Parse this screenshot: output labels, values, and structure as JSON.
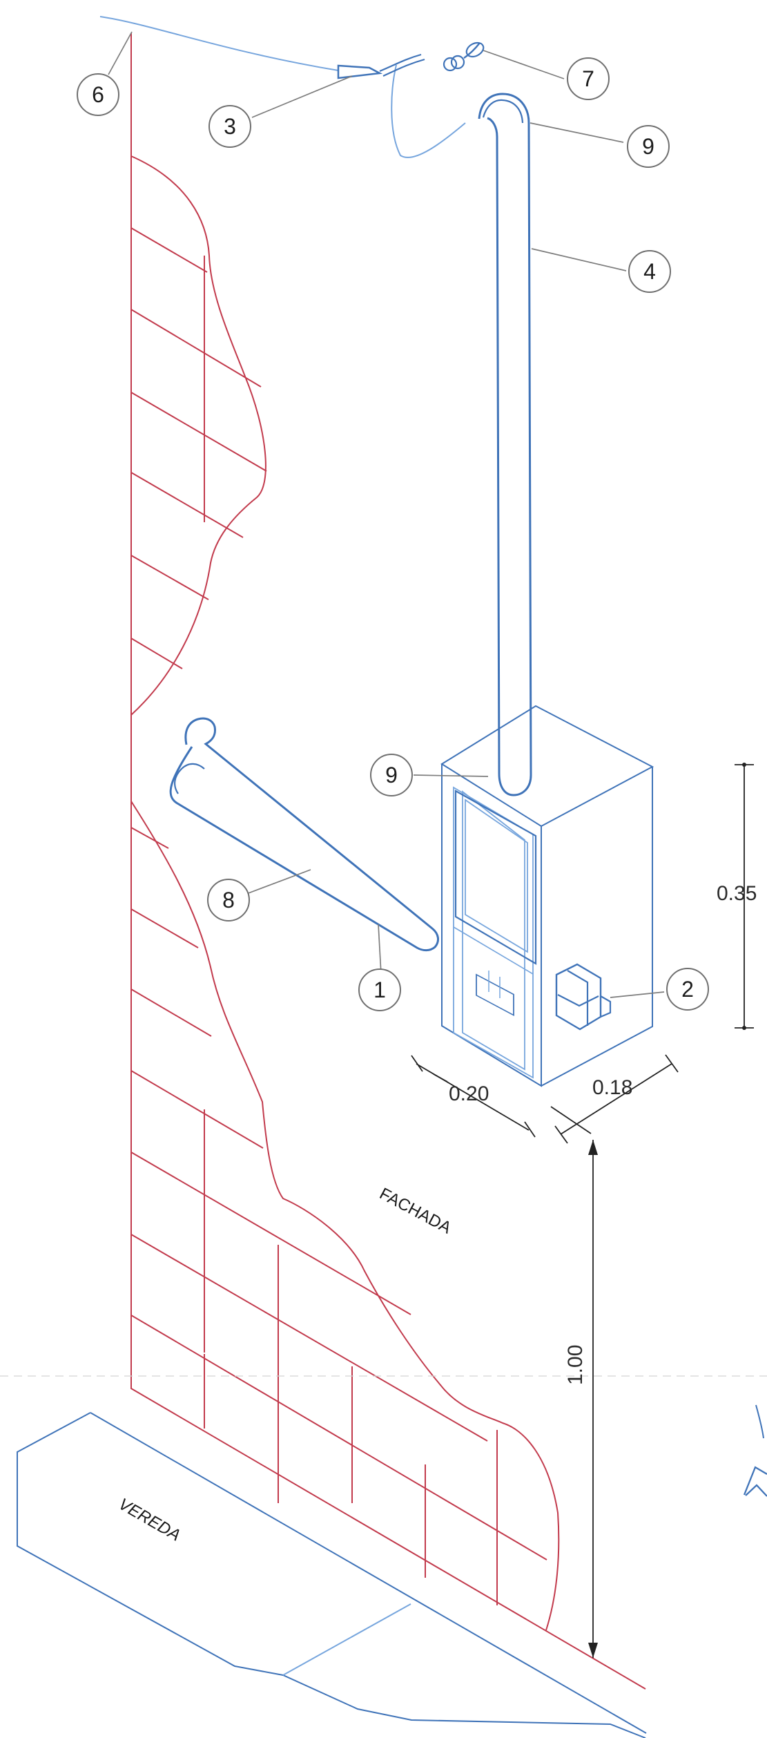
{
  "diagram": {
    "callouts": [
      {
        "id": "callout-6",
        "label": "6"
      },
      {
        "id": "callout-7",
        "label": "7"
      },
      {
        "id": "callout-3",
        "label": "3"
      },
      {
        "id": "callout-9-top",
        "label": "9"
      },
      {
        "id": "callout-4",
        "label": "4"
      },
      {
        "id": "callout-9-box",
        "label": "9"
      },
      {
        "id": "callout-8",
        "label": "8"
      },
      {
        "id": "callout-1",
        "label": "1"
      },
      {
        "id": "callout-2",
        "label": "2"
      }
    ],
    "dimensions": {
      "height_box": "0.35",
      "width_box": "0.20",
      "depth_box": "0.18",
      "mount_height": "1.00"
    },
    "labels": {
      "facade": "FACHADA",
      "sidewalk": "VEREDA"
    },
    "colors": {
      "brick": "#c23a4c",
      "pipe_blue": "#3f73b8",
      "light_blue": "#76a5dd",
      "dimension": "#222222",
      "callout": "#6f6f6f"
    }
  }
}
